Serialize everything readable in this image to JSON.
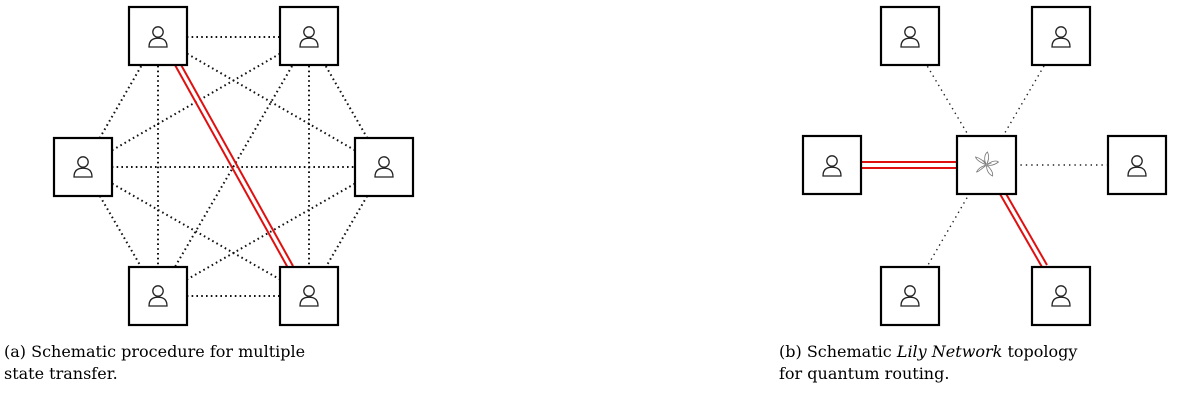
{
  "panels": [
    {
      "id": "a",
      "caption_prefix": "(a) Schematic procedure for multiple",
      "caption_line2": "state transfer.",
      "node_icon": "user-icon"
    },
    {
      "id": "b",
      "caption_prefix": "(b) Schematic ",
      "caption_italic": "Lily Network",
      "caption_suffix": " topology",
      "caption_line2": "for quantum routing.",
      "node_icon": "user-icon",
      "hub_icon": "lily-flower-icon"
    }
  ],
  "colors": {
    "entangled_link": "#e01010",
    "classical_link": "#111111",
    "node_border": "#000000"
  }
}
